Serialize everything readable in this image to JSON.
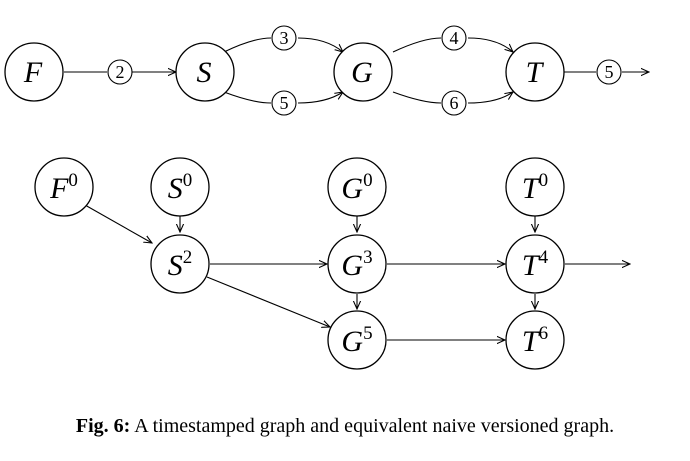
{
  "caption": {
    "label": "Fig. 6:",
    "text": "A timestamped graph and equivalent naive versioned graph."
  },
  "top_graph": {
    "nodes": {
      "F": {
        "name": "F"
      },
      "S": {
        "name": "S"
      },
      "G": {
        "name": "G"
      },
      "T": {
        "name": "T"
      }
    },
    "edge_labels": {
      "F-S": "2",
      "S-G-upper": "3",
      "S-G-lower": "5",
      "G-T-upper": "4",
      "G-T-lower": "6",
      "T-out": "5"
    }
  },
  "bottom_graph": {
    "nodes": {
      "F0": {
        "name": "F",
        "version": "0"
      },
      "S0": {
        "name": "S",
        "version": "0"
      },
      "G0": {
        "name": "G",
        "version": "0"
      },
      "T0": {
        "name": "T",
        "version": "0"
      },
      "S2": {
        "name": "S",
        "version": "2"
      },
      "G3": {
        "name": "G",
        "version": "3"
      },
      "T4": {
        "name": "T",
        "version": "4"
      },
      "G5": {
        "name": "G",
        "version": "5"
      },
      "T6": {
        "name": "T",
        "version": "6"
      }
    }
  }
}
